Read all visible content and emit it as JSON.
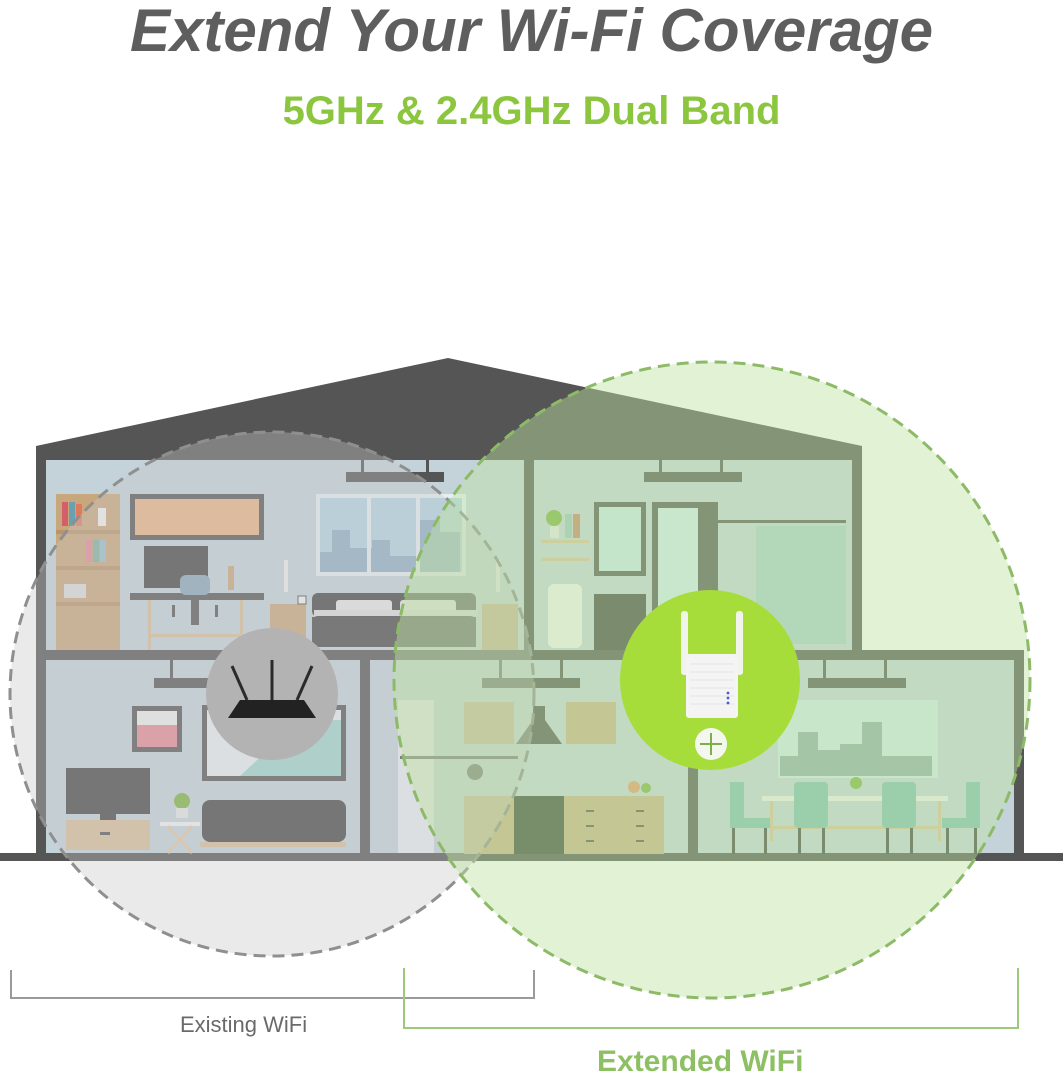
{
  "header": {
    "title": "Extend Your Wi-Fi Coverage",
    "subtitle": "5GHz & 2.4GHz Dual Band"
  },
  "illustration": {
    "router_icon": "wifi-router-icon",
    "extender_icon": "wifi-extender-icon",
    "extender_badge": "plus-icon",
    "rooms": [
      "office-bedroom",
      "bathroom",
      "living-room",
      "kitchen",
      "dining-room"
    ]
  },
  "legend": {
    "existing_label": "Existing WiFi",
    "extended_label": "Extended WiFi"
  },
  "colors": {
    "title": "#5e5e5e",
    "accent_green": "#8cc63f",
    "extender_circle": "#a8de3a",
    "existing_zone": "#d9d9d9",
    "extended_zone": "#dcefcd",
    "house_wall": "#555555",
    "room_fill": "#c4d3da"
  }
}
